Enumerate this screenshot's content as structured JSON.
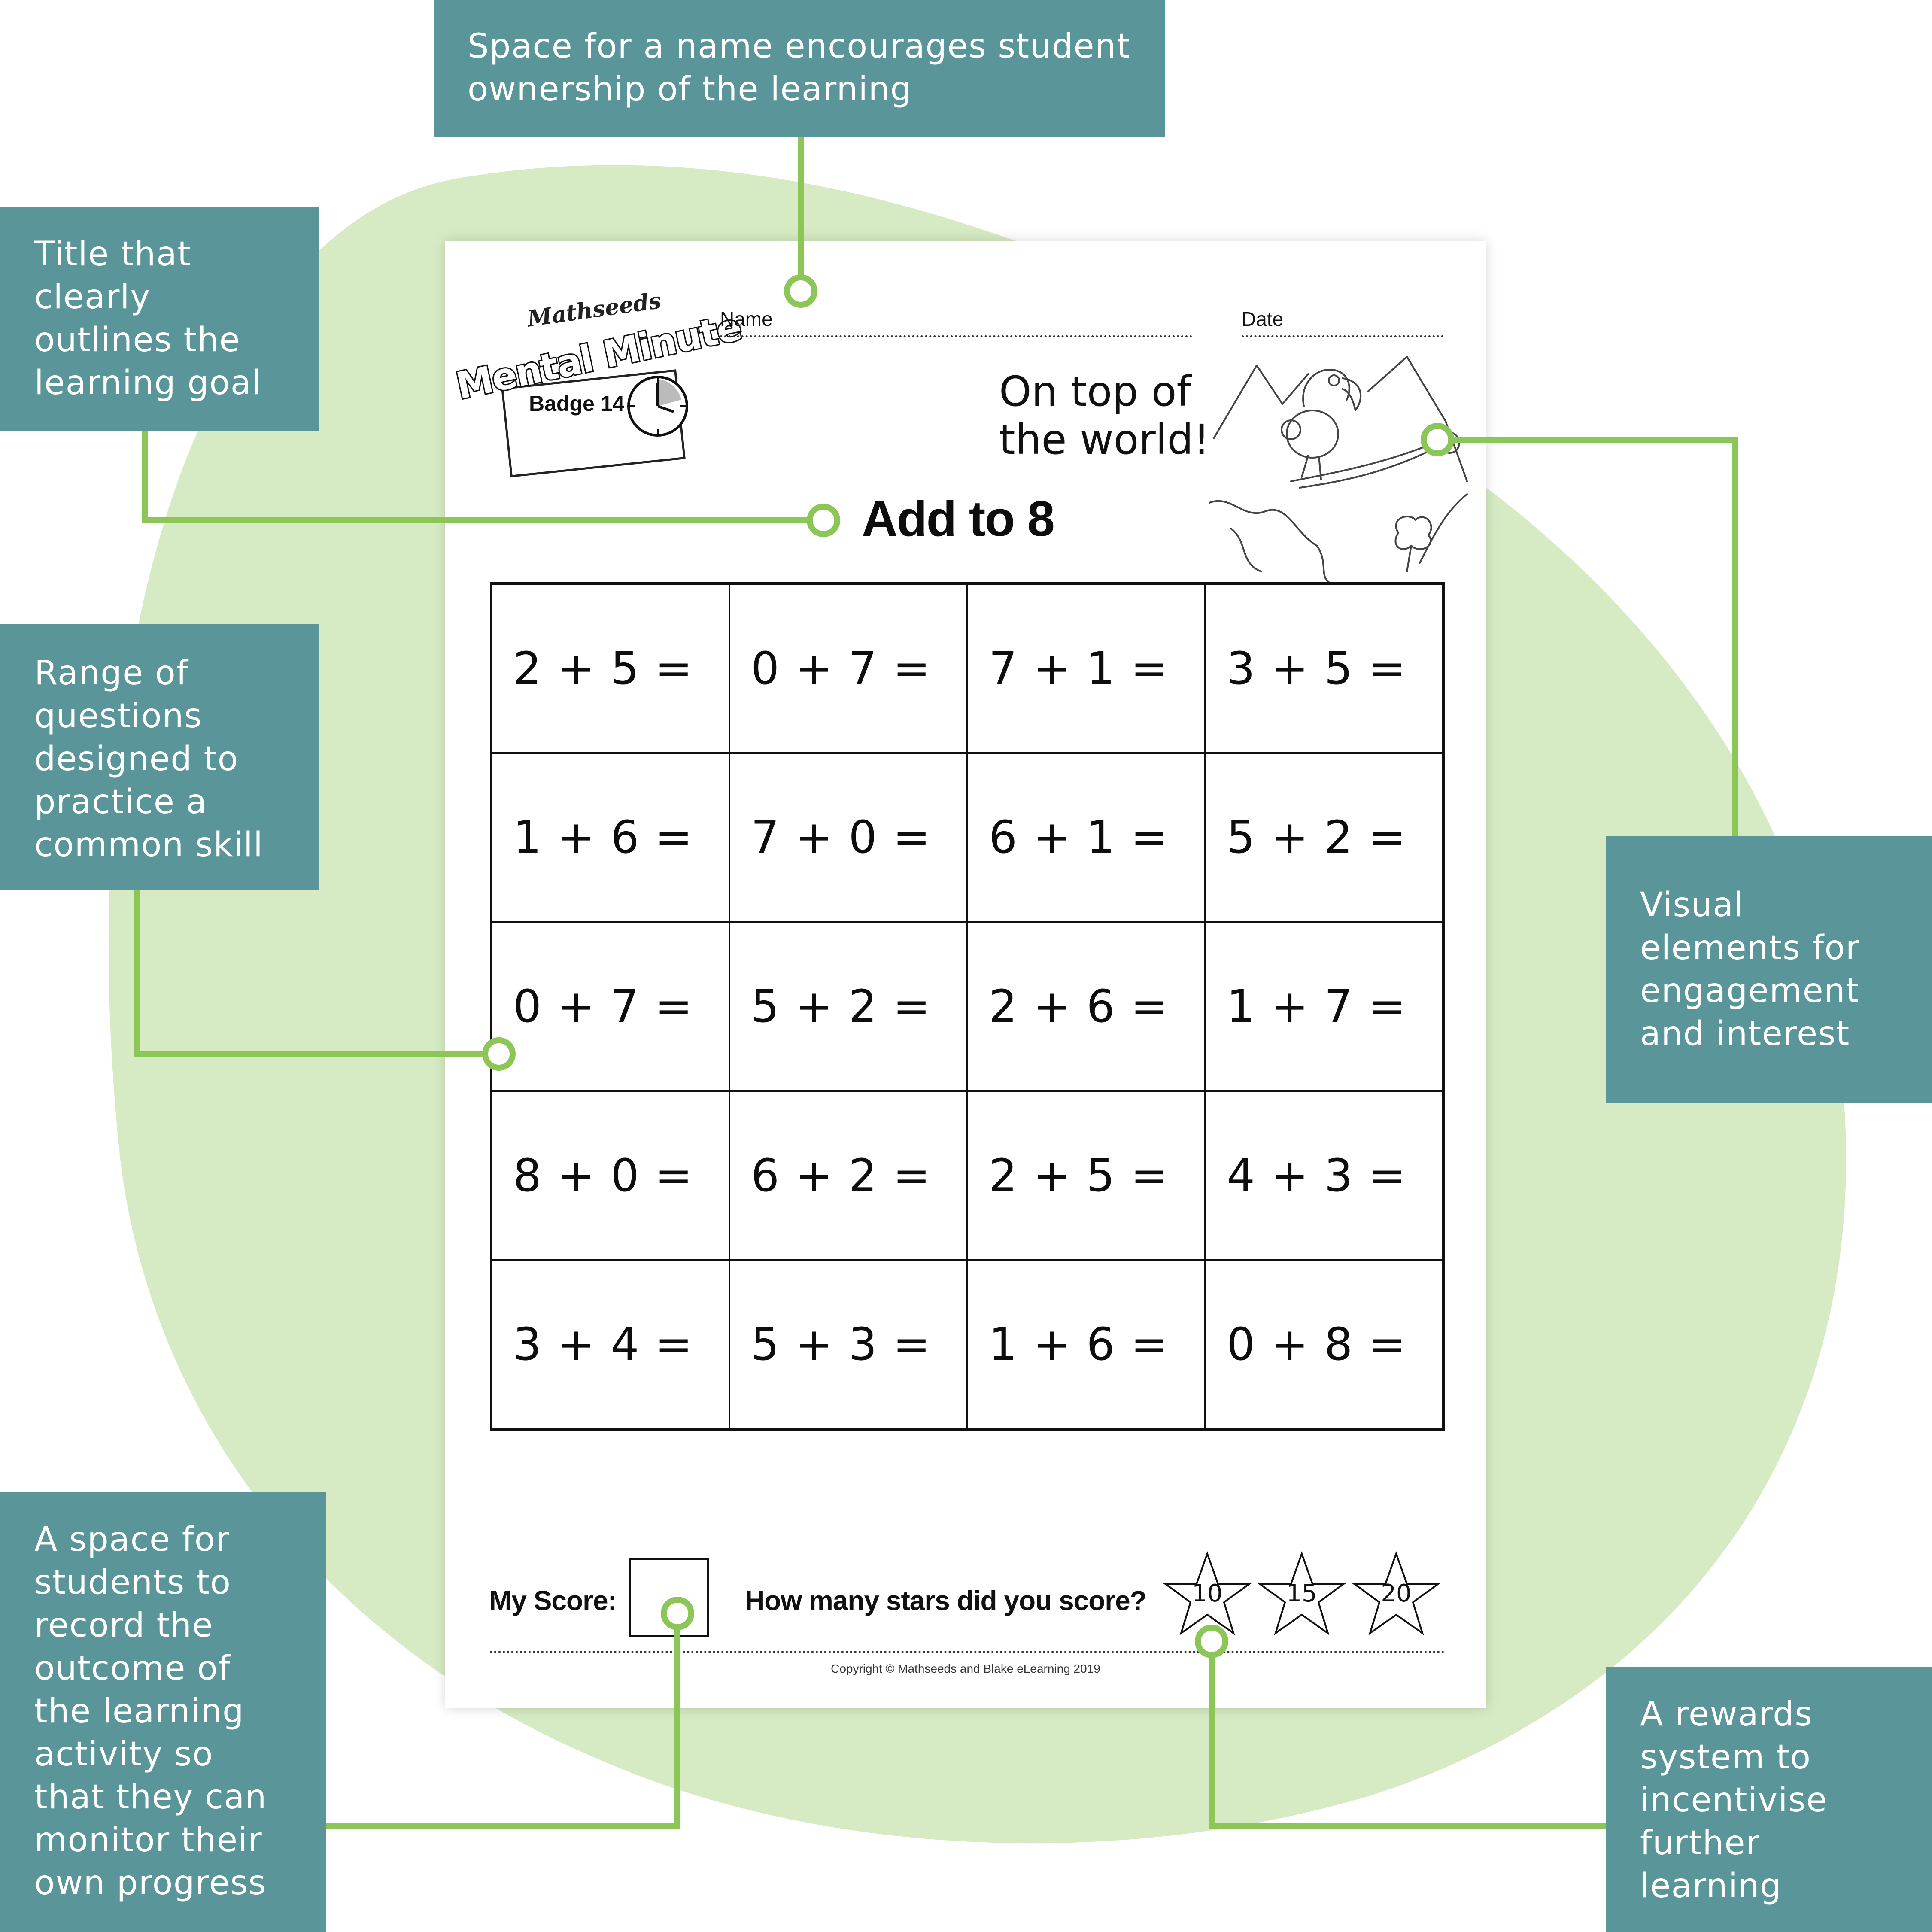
{
  "colors": {
    "callout_bg": "#5a9599",
    "callout_text": "#ffffff",
    "connector": "#8cc657",
    "blob": "#d6ebc3"
  },
  "callouts": {
    "name": "Space for a name encourages student\nownership of the learning",
    "title": "Title that\nclearly\noutlines the\nlearning goal",
    "range": "Range of\nquestions\ndesigned to\npractice a\ncommon skill",
    "visual": "Visual\nelements for\nengagement\nand interest",
    "record": "A space for\nstudents to\nrecord the\noutcome of\nthe learning\nactivity so\nthat they can\nmonitor their\nown progress",
    "rewards": "A rewards\nsystem to\nincentivise\nfurther\nlearning"
  },
  "worksheet": {
    "logo": {
      "brand": "Mathseeds",
      "banner": "Mental Minute",
      "badge": "Badge 14",
      "icon": "clock-icon"
    },
    "name_label": "Name",
    "date_label": "Date",
    "tagline": "On top of\nthe world!",
    "illustration_icon": "dodo-bird-mountain-illustration",
    "title": "Add to 8",
    "problems": [
      "2 + 5 =",
      "0 + 7 =",
      "7 + 1 =",
      "3 + 5 =",
      "1 + 6 =",
      "7 + 0 =",
      "6 + 1 =",
      "5 + 2 =",
      "0 + 7 =",
      "5 + 2 =",
      "2 + 6 =",
      "1 + 7 =",
      "8 + 0 =",
      "6 + 2 =",
      "2 + 5 =",
      "4 + 3 =",
      "3 + 4 =",
      "5 + 3 =",
      "1 + 6 =",
      "0 + 8 ="
    ],
    "score_label": "My Score:",
    "stars_question": "How many stars did you score?",
    "stars": [
      "10",
      "15",
      "20"
    ],
    "copyright": "Copyright © Mathseeds and Blake eLearning 2019"
  }
}
